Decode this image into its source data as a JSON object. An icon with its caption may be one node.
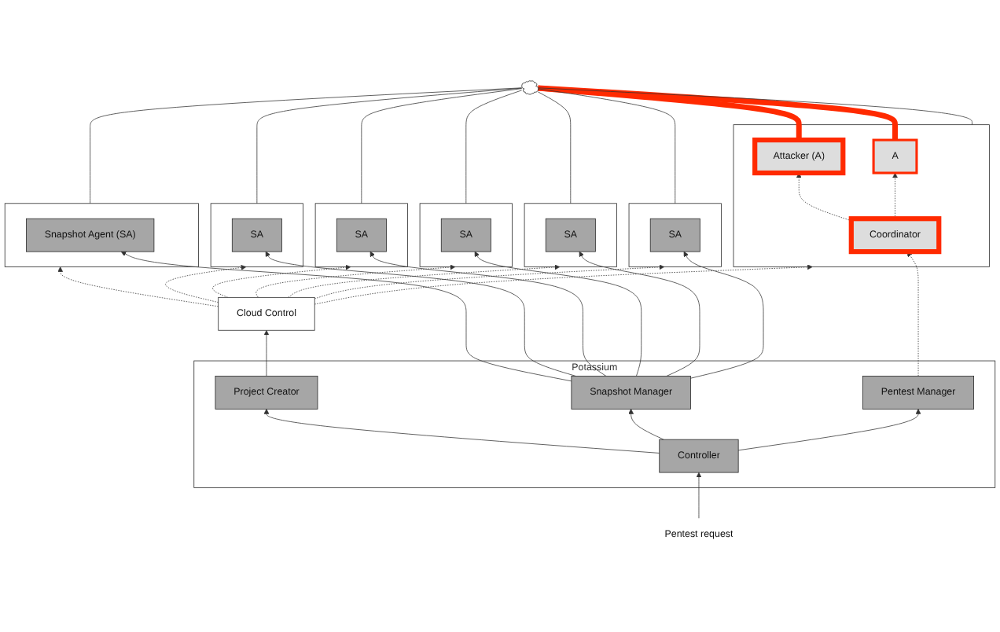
{
  "diagram": {
    "nodes": [
      {
        "text": [],
        "shape": "cloud"
      },
      {
        "text": [],
        "shape": "box"
      },
      {
        "text": [
          "Snapshot Agent (SA)"
        ],
        "in": 1
      },
      {
        "text": [],
        "shape": "box"
      },
      {
        "text": [
          "SA"
        ],
        "in": 3
      },
      {
        "text": [],
        "shape": "box"
      },
      {
        "text": [
          "SA"
        ],
        "in": 5
      },
      {
        "text": [],
        "shape": "box"
      },
      {
        "text": [
          "SA"
        ],
        "in": 7
      },
      {
        "text": [],
        "shape": "box"
      },
      {
        "text": [
          "SA"
        ],
        "in": 9
      },
      {
        "text": [],
        "shape": "box"
      },
      {
        "text": [
          "SA"
        ],
        "in": 11
      },
      {
        "text": [],
        "shape": "box"
      },
      {
        "text": [
          "A"
        ],
        "in": 13
      },
      {
        "text": [
          "Attacker (A)"
        ],
        "in": 13
      },
      {
        "text": [
          "Coordinator"
        ],
        "in": 13
      },
      {
        "text": [
          "Cloud Control"
        ]
      },
      {
        "text": [
          "Potassium"
        ]
      },
      {
        "text": [
          "Project Creator"
        ],
        "in": 18
      },
      {
        "text": [
          "Snapshot Manager"
        ],
        "in": 18
      },
      {
        "text": [
          "Pentest Manager"
        ],
        "in": 18
      },
      {
        "text": [
          "Controller"
        ],
        "in": 18
      },
      {
        "text": [
          "Pentest request"
        ]
      }
    ],
    "edges": [
      {
        "from": 1,
        "to": 0,
        "arrow": "none"
      },
      {
        "from": 3,
        "to": 0,
        "arrow": "none"
      },
      {
        "from": 5,
        "to": 0,
        "arrow": "none"
      },
      {
        "from": 7,
        "to": 0,
        "arrow": "none"
      },
      {
        "from": 9,
        "to": 0,
        "arrow": "none"
      },
      {
        "from": 11,
        "to": 0,
        "arrow": "none"
      },
      {
        "from": 13,
        "to": 0,
        "arrow": "none"
      },
      {
        "from": 14,
        "to": 0,
        "arrow": "none",
        "style": "thick",
        "color": "#ff2a00"
      },
      {
        "from": 15,
        "to": 0,
        "arrow": "none",
        "style": "thick",
        "color": "#ff2a00"
      },
      {
        "from": 17,
        "to": 1,
        "arrow": "to",
        "style": "dashed"
      },
      {
        "from": 17,
        "to": 3,
        "arrow": "to",
        "style": "dashed"
      },
      {
        "from": 17,
        "to": 5,
        "arrow": "to",
        "style": "dashed"
      },
      {
        "from": 17,
        "to": 7,
        "arrow": "to",
        "style": "dashed"
      },
      {
        "from": 17,
        "to": 9,
        "arrow": "to",
        "style": "dashed"
      },
      {
        "from": 17,
        "to": 11,
        "arrow": "to",
        "style": "dashed"
      },
      {
        "from": 17,
        "to": 13,
        "arrow": "to",
        "style": "dashed"
      },
      {
        "from": 20,
        "to": 2,
        "arrow": "to"
      },
      {
        "from": 20,
        "to": 4,
        "arrow": "to"
      },
      {
        "from": 20,
        "to": 6,
        "arrow": "to"
      },
      {
        "from": 20,
        "to": 8,
        "arrow": "to"
      },
      {
        "from": 20,
        "to": 10,
        "arrow": "to"
      },
      {
        "from": 20,
        "to": 12,
        "arrow": "to"
      },
      {
        "from": 19,
        "to": 17,
        "arrow": "to"
      },
      {
        "from": 22,
        "to": 19,
        "arrow": "to"
      },
      {
        "from": 22,
        "to": 20,
        "arrow": "to"
      },
      {
        "from": 22,
        "to": 21,
        "arrow": "to"
      },
      {
        "from": 23,
        "to": 22,
        "arrow": "to"
      },
      {
        "from": 21,
        "to": 16,
        "arrow": "to",
        "style": "dashed"
      },
      {
        "from": 16,
        "to": 15,
        "arrow": "to",
        "style": "dashed"
      },
      {
        "from": 16,
        "to": 14,
        "arrow": "to",
        "style": "dashed"
      }
    ]
  }
}
